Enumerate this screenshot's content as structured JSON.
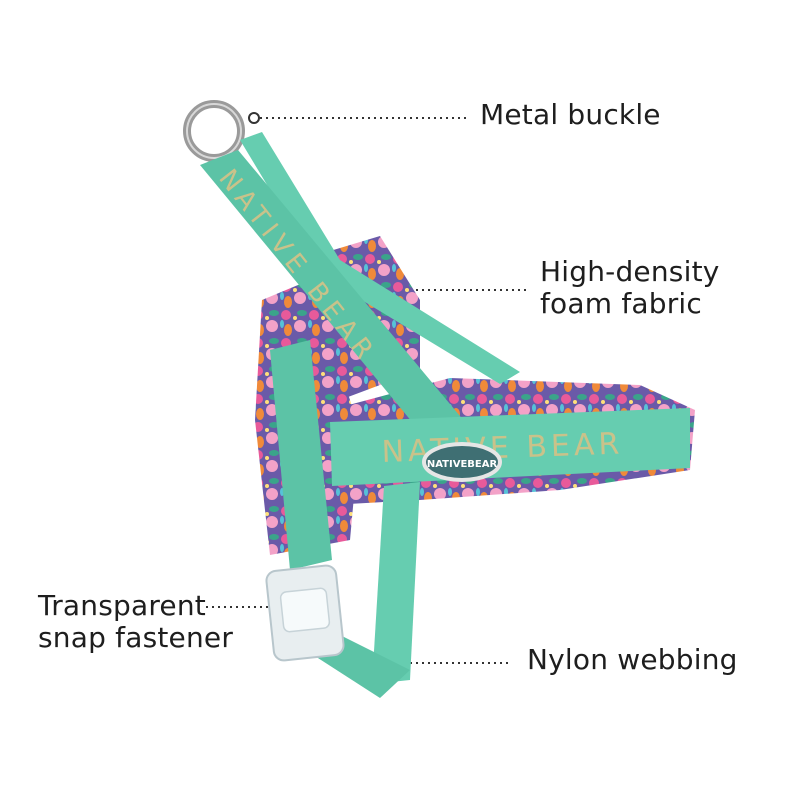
{
  "callouts": {
    "metal_buckle": {
      "lines": [
        "Metal buckle"
      ]
    },
    "foam_fabric": {
      "lines": [
        "High-density",
        "foam fabric"
      ]
    },
    "snap_fastener": {
      "lines": [
        "Transparent",
        "snap fastener"
      ]
    },
    "nylon_webbing": {
      "lines": [
        "Nylon webbing"
      ]
    }
  },
  "product": {
    "strap_text": "NATIVE BEAR",
    "badge_text": "NATIVEBEAR",
    "colors": {
      "webbing": "#66cdb0",
      "webbing_dark": "#4fb89a",
      "webbing_text": "#c9c28a",
      "floral_base": "#6a5aa8",
      "floral_pink": "#e85a9a",
      "floral_orange": "#f08a3a",
      "floral_green": "#3aa48a",
      "buckle_metal": "#9a9a9a",
      "clip_clear": "#e8eef0"
    }
  }
}
